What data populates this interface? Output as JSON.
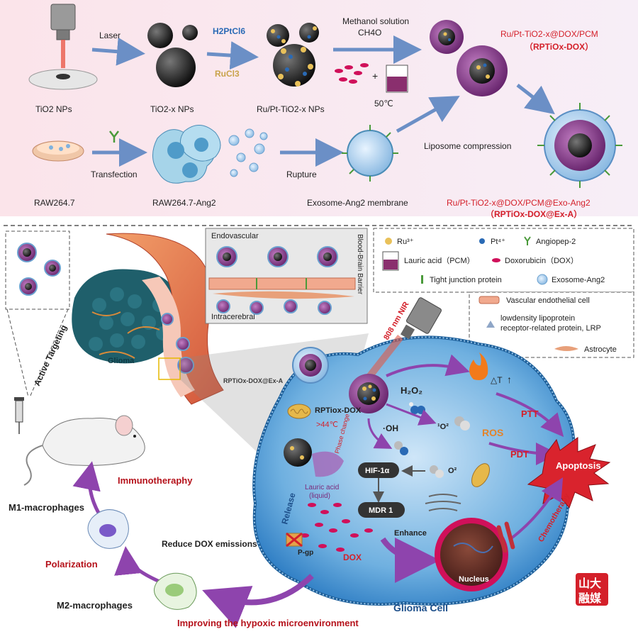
{
  "synthesis": {
    "tio2_label": "TiO2 NPs",
    "tio2x_label": "TiO2-x NPs",
    "rupt_label": "Ru/Pt-TiO2-x NPs",
    "laser_label": "Laser",
    "h2ptcl6_label": "H2PtCl6",
    "rucl3_label": "RuCl3",
    "methanol_label": "Methanol solution",
    "ch4o_label": "CH4O",
    "temp_label": "50℃",
    "plus_label": "+",
    "product_label": "Ru/Pt-TiO2-x@DOX/PCM",
    "product_abbr": "（RPTiOx-DOX）",
    "raw_label": "RAW264.7",
    "transfection_label": "Transfection",
    "raw_ang2_label": "RAW264.7-Ang2",
    "rupture_label": "Rupture",
    "exosome_label": "Exosome-Ang2 membrane",
    "liposome_label": "Liposome compression",
    "final_label": "Ru/Pt-TiO2-x@DOX/PCM@Exo-Ang2",
    "final_abbr": "（RPTiOx-DOX@Ex-A）"
  },
  "legend": {
    "ru": "Ru³⁺",
    "pt": "Pt⁴⁺",
    "angiopep": "Angiopep-2",
    "lauric": "Lauric acid（PCM）",
    "dox": "Doxorubicin（DOX）",
    "tight": "Tight junction protein",
    "exosome": "Exosome-Ang2",
    "endothelial": "Vascular endothelial cell",
    "lrp_line1": "lowdensity lipoprotein",
    "lrp_line2": "receptor-related protein, LRP",
    "astrocyte": "Astrocyte"
  },
  "bbb": {
    "endovascular": "Endovascular",
    "intracerebral": "Intracerebral",
    "barrier": "Blood-Brain Barrier",
    "glioma": "Glioma",
    "particle_label": "RPTiOx-DOX@Ex-A"
  },
  "cell": {
    "nir": "808 nm NIR",
    "h2o2": "H₂O₂",
    "delta_t": "△T",
    "rptiox": "RPTiox-DOX",
    "temp": ">44℃",
    "phase": "Phase change",
    "oh": "·OH",
    "o2_singlet": "¹O²",
    "ros": "ROS",
    "ptt": "PTT",
    "pdt": "PDT",
    "apoptosis": "Apoptosis",
    "hif": "HIF-1α",
    "o2": "O²",
    "lauric_liquid_1": "Lauric acid",
    "lauric_liquid_2": "(liquid)",
    "release": "Release",
    "mdr": "MDR 1",
    "enhance": "Enhance",
    "chemo": "Chemotherapy",
    "nucleus": "Nucleus",
    "pgp": "P-gp",
    "dox": "DOX",
    "glioma_cell": "Glioma Cell"
  },
  "immune": {
    "active_targeting": "Active Targeting",
    "immunotherapy": "Immunotheraphy",
    "m1": "M1-macrophages",
    "polarization": "Polarization",
    "m2": "M2-macrophages",
    "reduce_dox": "Reduce DOX emissions",
    "hypoxic": "Improving the hypoxic microenvironment"
  },
  "watermark": {
    "line1": "山大",
    "line2": "融媒"
  },
  "colors": {
    "red_text": "#d4202a",
    "dark_red": "#b5121b",
    "blue_label": "#2a6ab5",
    "arrow_blue": "#6b8fc6",
    "arrow_purple": "#8e44ad",
    "cell_blue": "#2f7ec4",
    "nanoparticle_purple": "#7b2a7b"
  }
}
